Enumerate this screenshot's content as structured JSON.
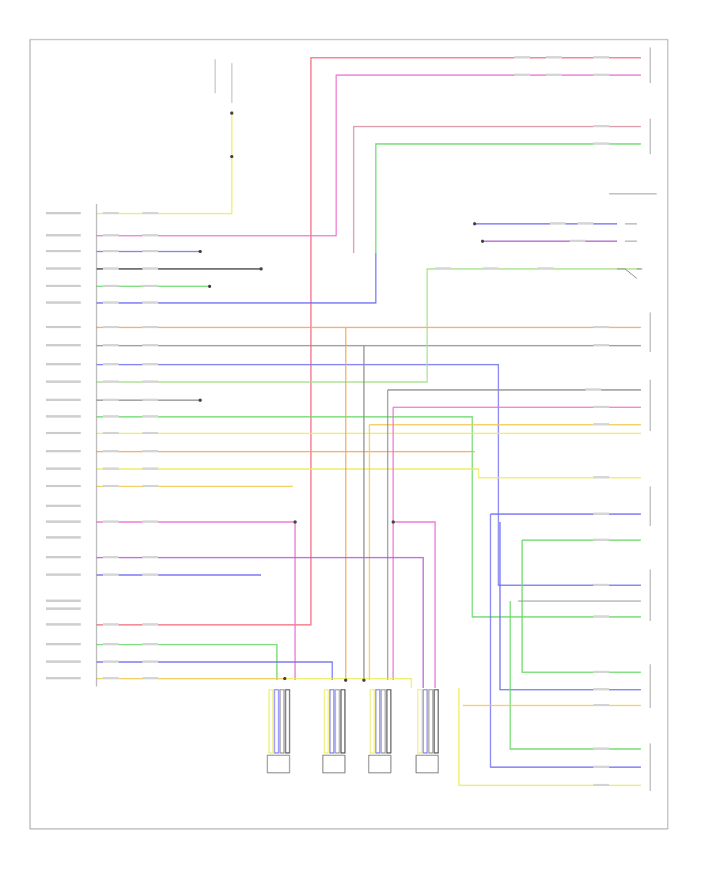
{
  "colors": {
    "frame": "#999999",
    "yellow": "#ecec5a",
    "red": "#f36d7d",
    "pink": "#ef6fd6",
    "blue": "#6f6ff2",
    "green": "#68d868",
    "light_green": "#a6e08a",
    "orange": "#f7a24e",
    "gold": "#f0c94c",
    "gray": "#8e8e8e",
    "dark_gray": "#444444",
    "purple": "#b05ad1"
  },
  "module": {
    "pins": [
      {
        "id": "p1"
      },
      {
        "id": "p2"
      },
      {
        "id": "p3"
      },
      {
        "id": "p4"
      },
      {
        "id": "p5"
      },
      {
        "id": "p6"
      },
      {
        "id": "p7"
      },
      {
        "id": "p8"
      },
      {
        "id": "p9"
      },
      {
        "id": "p10"
      },
      {
        "id": "p11"
      },
      {
        "id": "p12"
      },
      {
        "id": "p13"
      },
      {
        "id": "p14"
      },
      {
        "id": "p15"
      },
      {
        "id": "p16"
      },
      {
        "id": "p17"
      },
      {
        "id": "p18"
      },
      {
        "id": "p19"
      },
      {
        "id": "p20"
      },
      {
        "id": "p21"
      },
      {
        "id": "p22"
      },
      {
        "id": "p23"
      },
      {
        "id": "p24"
      },
      {
        "id": "p25"
      },
      {
        "id": "p26"
      },
      {
        "id": "p27"
      }
    ]
  },
  "sensors": [
    {
      "id": "s1"
    },
    {
      "id": "s2"
    },
    {
      "id": "s3"
    },
    {
      "id": "s4"
    }
  ]
}
